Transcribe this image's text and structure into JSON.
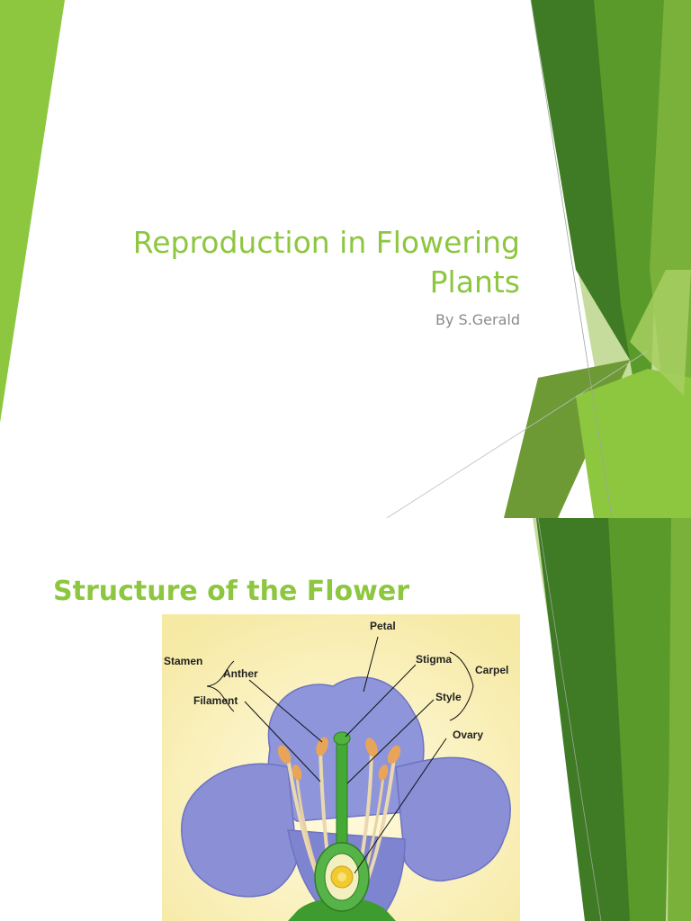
{
  "slides": [
    {
      "title": "Reproduction in Flowering Plants",
      "subtitle": "By S.Gerald"
    },
    {
      "title": "Structure of the Flower",
      "diagram_labels": {
        "petal": "Petal",
        "stamen": "Stamen",
        "anther": "Anther",
        "filament": "Filament",
        "stigma": "Stigma",
        "carpel": "Carpel",
        "style": "Style",
        "ovary": "Ovary"
      }
    }
  ],
  "colors": {
    "accent_green": "#8dc63f",
    "dark_green": "#3f7a24",
    "mid_green": "#5a9a2a",
    "light_green": "#8dc63f",
    "petal_purple": "#8a8fd6",
    "diagram_background": "#fff7c4"
  }
}
